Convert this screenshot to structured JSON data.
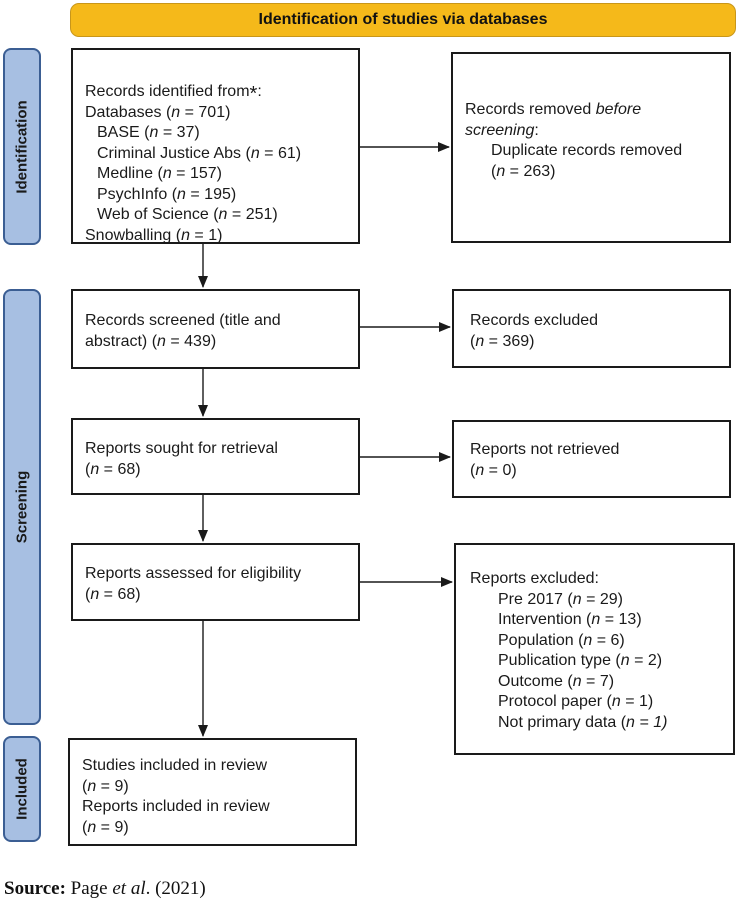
{
  "banner": {
    "title": "Identification of studies via databases"
  },
  "stages": {
    "identification": "Identification",
    "screening": "Screening",
    "included": "Included"
  },
  "identified": {
    "heading": "Records identified from",
    "heading_mark": "*",
    "heading_colon": ":",
    "databases_label": "Databases (",
    "databases_n": "n",
    "databases_val": " = 701)",
    "sources": [
      {
        "name": "BASE (",
        "n": "n",
        "val": " = 37)"
      },
      {
        "name": "Criminal Justice Abs (",
        "n": "n",
        "val": " = 61)"
      },
      {
        "name": "Medline (",
        "n": "n",
        "val": " = 157)"
      },
      {
        "name": "PsychInfo (",
        "n": "n",
        "val": " = 195)"
      },
      {
        "name": "Web of Science (",
        "n": "n",
        "val": " = 251)"
      }
    ],
    "snowball_label": "Snowballing (",
    "snowball_n": "n",
    "snowball_val": " = 1)"
  },
  "removed": {
    "line1": "Records removed ",
    "line1_em": "before",
    "line2_em": "screening",
    "line2_colon": ":",
    "line3": "Duplicate records removed",
    "line4_open": "(",
    "line4_n": "n",
    "line4_val": " = 263)"
  },
  "screened": {
    "line1": "Records screened (title and",
    "line2": "abstract) (",
    "n": "n",
    "val": " = 439)"
  },
  "excluded": {
    "line1": "Records excluded",
    "open": "(",
    "n": "n",
    "val": " = 369)"
  },
  "sought": {
    "line1": "Reports sought for retrieval",
    "open": "(",
    "n": "n",
    "val": " = 68)"
  },
  "not_retrieved": {
    "line1": "Reports not retrieved",
    "open": "(",
    "n": "n",
    "val": " = 0)"
  },
  "assessed": {
    "line1": "Reports assessed for eligibility",
    "open": "(",
    "n": "n",
    "val": " = 68)"
  },
  "reports_excluded": {
    "heading": "Reports excluded:",
    "items": [
      {
        "name": "Pre 2017 (",
        "n": "n",
        "val": " = 29)"
      },
      {
        "name": "Intervention (",
        "n": "n",
        "val": " = 13)"
      },
      {
        "name": "Population (",
        "n": "n",
        "val": " = 6)"
      },
      {
        "name": "Publication type (",
        "n": "n",
        "val": " = 2)"
      },
      {
        "name": "Outcome (",
        "n": "n",
        "val": " = 7)"
      },
      {
        "name": "Protocol paper (",
        "n": "n",
        "val": " = 1)"
      },
      {
        "name": "Not primary data (",
        "n": "n",
        "val": " = 1)",
        "italic_value": true
      }
    ]
  },
  "included": {
    "studies": "Studies included in review",
    "studies_open": "(",
    "studies_n": "n",
    "studies_val": " = 9)",
    "reports": "Reports included in review",
    "reports_open": "(",
    "reports_n": "n",
    "reports_val": " = 9)"
  },
  "source": {
    "label": "Source:",
    "authors": " Page ",
    "etal": "et al",
    "year": ". (2021)"
  }
}
